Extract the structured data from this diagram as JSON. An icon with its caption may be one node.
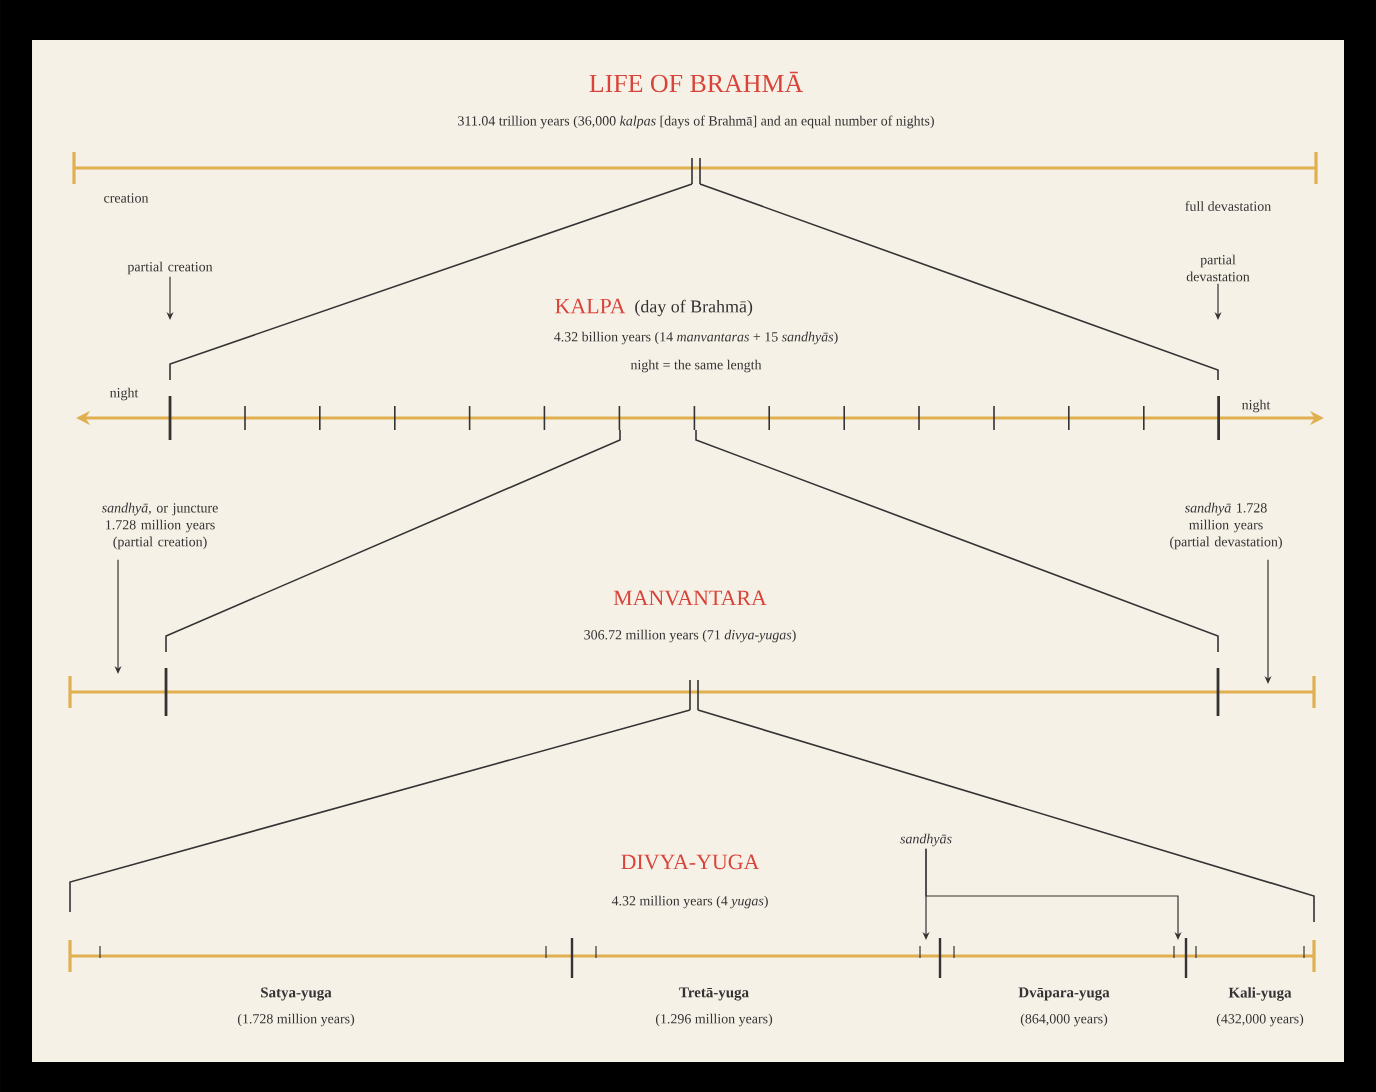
{
  "diagram": {
    "title": "LIFE OF BRAHMĀ",
    "nodes": [
      {
        "text": [
          "partial creation"
        ]
      },
      {
        "text": [
          "partial devastation"
        ]
      },
      {
        "text": [
          "*sandhyā*, or juncture 1.728 million years (partial creation)"
        ]
      },
      {
        "text": [
          "*sandhyā* 1.728 million years (partial devastation)"
        ]
      },
      {
        "text": [
          "sandhyās"
        ]
      }
    ],
    "edges": [
      {
        "from": 0,
        "to": null,
        "arrow": "to"
      },
      {
        "from": 1,
        "to": null,
        "arrow": "to"
      },
      {
        "from": 2,
        "to": null,
        "arrow": "to"
      },
      {
        "from": 3,
        "to": null,
        "arrow": "to"
      },
      {
        "from": 4,
        "to": null,
        "arrow": "to"
      },
      {
        "from": 4,
        "to": null,
        "arrow": "to"
      }
    ],
    "labels": [
      "311.04 trillion years (36,000 *kalpas* [days of Brahmā] and an equal number of nights)",
      "creation",
      "full devastation",
      "KALPA",
      "(day of Brahmā)",
      "4.32 billion years (14 *manvantaras* + 15 *sandhyās*)",
      "night = the same length",
      "night",
      "night",
      "MANVANTARA",
      "306.72 million years (71 *divya-yugas*)",
      "DIVYA-YUGA",
      "4.32 million years (4 *yugas*)",
      "Satya-yuga",
      "(1.728 million years)",
      "Tretā-yuga",
      "(1.296 million years)",
      "Dvāpara-yuga",
      "(864,000 years)",
      "Kali-yuga",
      "(432,000 years)"
    ]
  }
}
